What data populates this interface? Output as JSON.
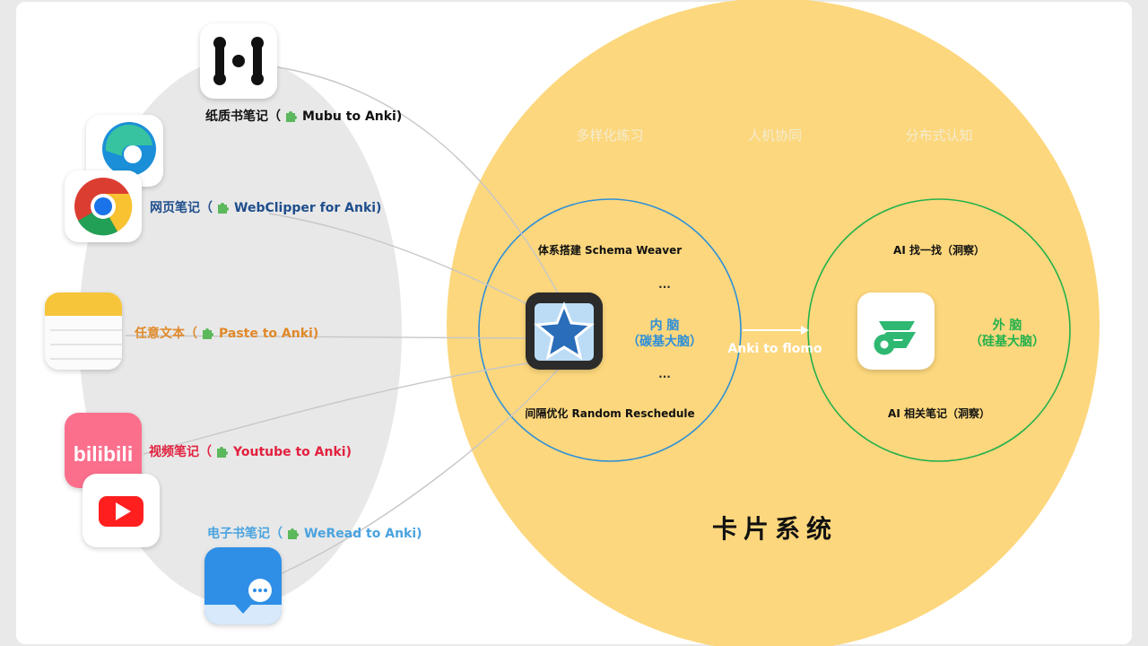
{
  "sources": {
    "mubu": {
      "label_prefix": "纸质书笔记（",
      "label_tool": "Mubu to Anki",
      "label_suffix": ")",
      "color": "#111111"
    },
    "webclipper": {
      "label_prefix": "网页笔记（",
      "label_tool": "WebClipper for Anki",
      "label_suffix": ")",
      "color": "#1f4e8c"
    },
    "paste": {
      "label_prefix": "任意文本（",
      "label_tool": "Paste to Anki",
      "label_suffix": ")",
      "color": "#e0892a"
    },
    "youtube": {
      "label_prefix": "视频笔记（",
      "label_tool": "Youtube to Anki",
      "label_suffix": ")",
      "color": "#e2213f"
    },
    "weread": {
      "label_prefix": "电子书笔记（",
      "label_tool": "WeRead to Anki",
      "label_suffix": ")",
      "color": "#4aa3e0"
    }
  },
  "bilibili_text": "bilibili",
  "card_system": {
    "title": "卡片系统",
    "top_labels": [
      "多样化练习",
      "人机协同",
      "分布式认知"
    ],
    "color": "#fcd77d"
  },
  "inner_brain": {
    "top": "体系搭建 Schema Weaver",
    "bottom": "间隔优化 Random Reschedule",
    "dots_top": "...",
    "dots_bottom": "...",
    "name_line1": "内 脑",
    "name_line2": "（碳基大脑）",
    "color": "#2e8fd8"
  },
  "outer_brain": {
    "top": "AI 找一找（洞察）",
    "bottom": "AI 相关笔记（洞察）",
    "name_line1": "外 脑",
    "name_line2": "（硅基大脑）",
    "color": "#22b14c"
  },
  "connector": {
    "label": "Anki to flomo"
  },
  "icons": {
    "mubu": "mubu-icon",
    "edge": "edge-icon",
    "chrome": "chrome-icon",
    "notes": "notes-icon",
    "bilibili": "bilibili-icon",
    "youtube": "youtube-icon",
    "weread": "weread-icon",
    "anki": "anki-icon",
    "flomo": "flomo-icon",
    "puzzle": "puzzle-icon"
  }
}
